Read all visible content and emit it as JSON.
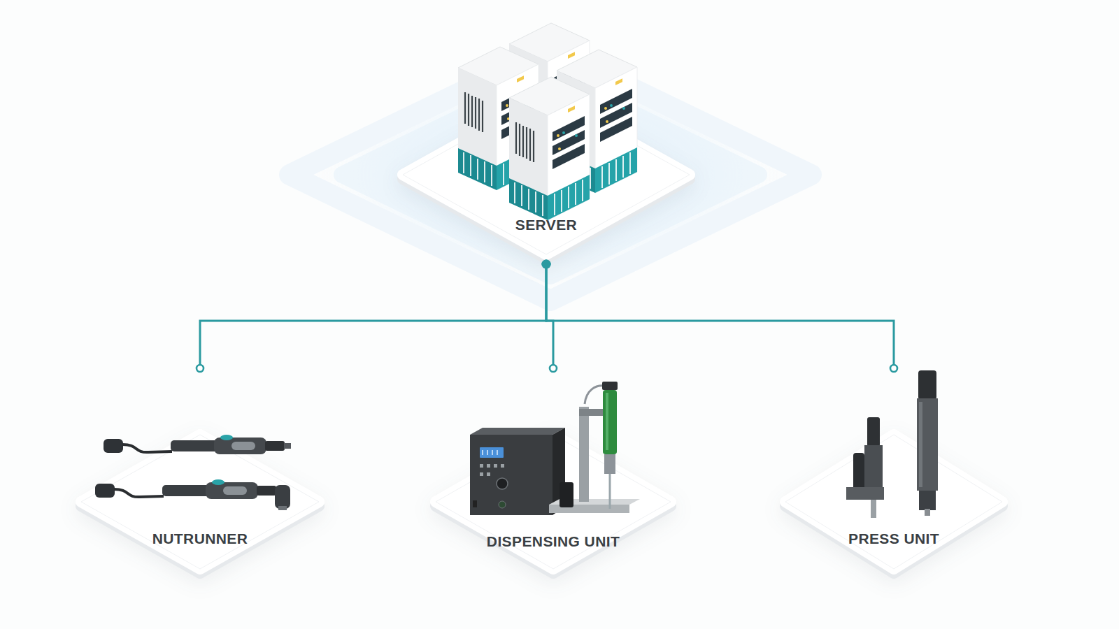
{
  "diagram": {
    "nodes": [
      {
        "text": [
          "SERVER"
        ]
      },
      {
        "text": [
          "NUTRUNNER"
        ]
      },
      {
        "text": [
          "DISPENSING UNIT"
        ]
      },
      {
        "text": [
          "PRESS UNIT"
        ]
      }
    ],
    "edges": [
      {
        "from": 0,
        "to": 1,
        "arrow": "none"
      },
      {
        "from": 0,
        "to": 2,
        "arrow": "none"
      },
      {
        "from": 0,
        "to": 3,
        "arrow": "none"
      }
    ]
  }
}
